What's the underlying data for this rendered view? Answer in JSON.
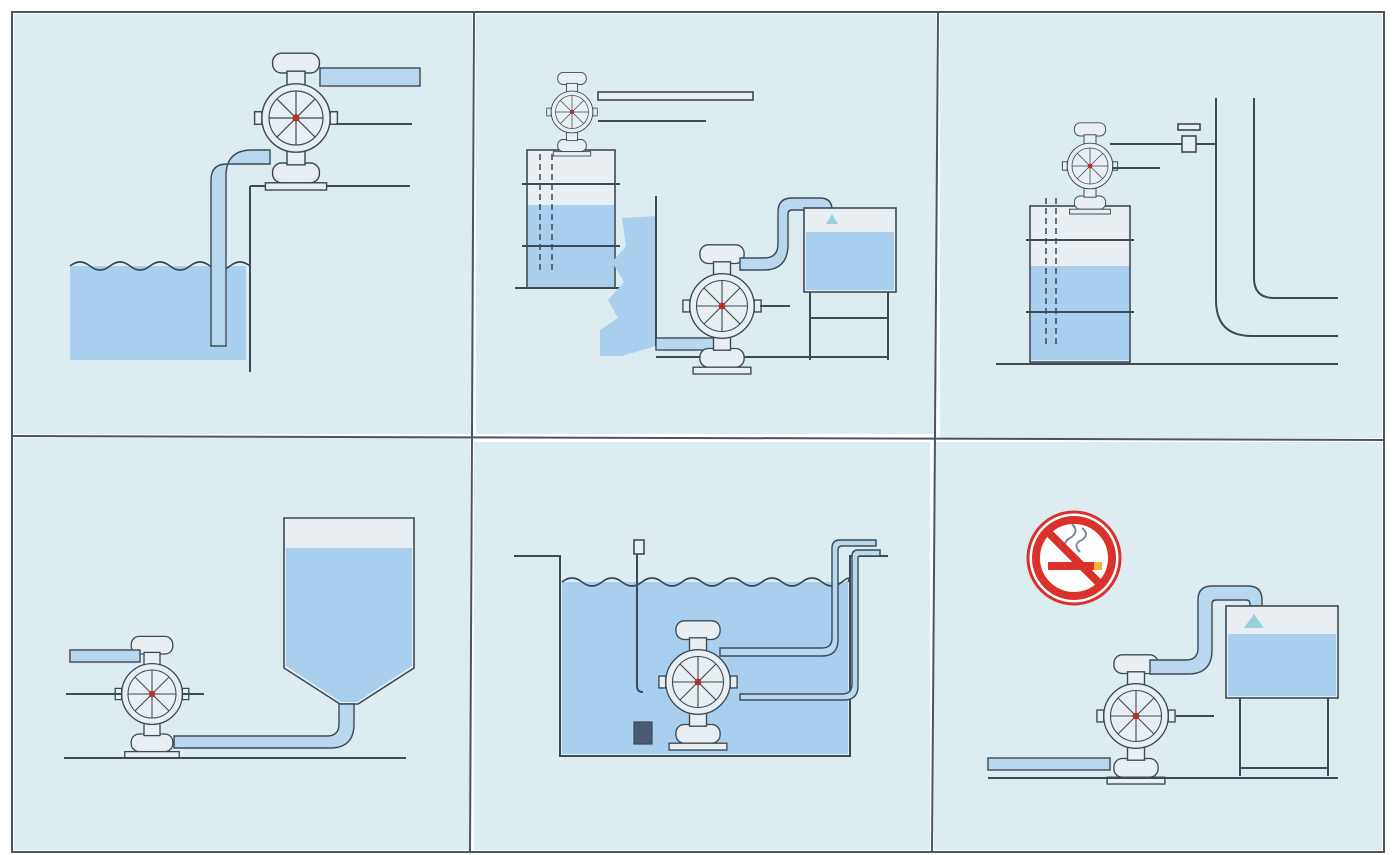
{
  "colors": {
    "panel_background": "#dcecf0",
    "liquid": "#a9cfee",
    "line": "#3b4a55",
    "sign_red": "#d9312b"
  },
  "panels": [
    {
      "name": "panel-suction-lift"
    },
    {
      "name": "panel-drum-and-transfer"
    },
    {
      "name": "panel-drum-wall-mounted"
    },
    {
      "name": "panel-hopper-flooded-suction"
    },
    {
      "name": "panel-submerged-pump"
    },
    {
      "name": "panel-no-smoking-transfer"
    }
  ],
  "icons": {
    "no_smoking": "no-smoking-icon",
    "pump": "diaphragm-pump-icon"
  }
}
